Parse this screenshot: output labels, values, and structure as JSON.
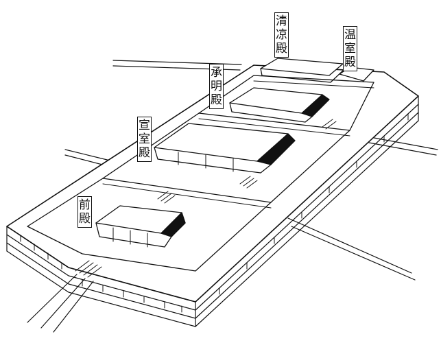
{
  "halls": [
    {
      "id": "qian-dian",
      "label": "前殿"
    },
    {
      "id": "xuan-shi-dian",
      "label": "宣室殿"
    },
    {
      "id": "cheng-ming-dian",
      "label": "承明殿"
    },
    {
      "id": "qing-liang-dian",
      "label": "清凉殿"
    },
    {
      "id": "wen-shi-dian",
      "label": "温室殿"
    }
  ],
  "colors": {
    "ink": "#111111",
    "paper": "#ffffff"
  }
}
